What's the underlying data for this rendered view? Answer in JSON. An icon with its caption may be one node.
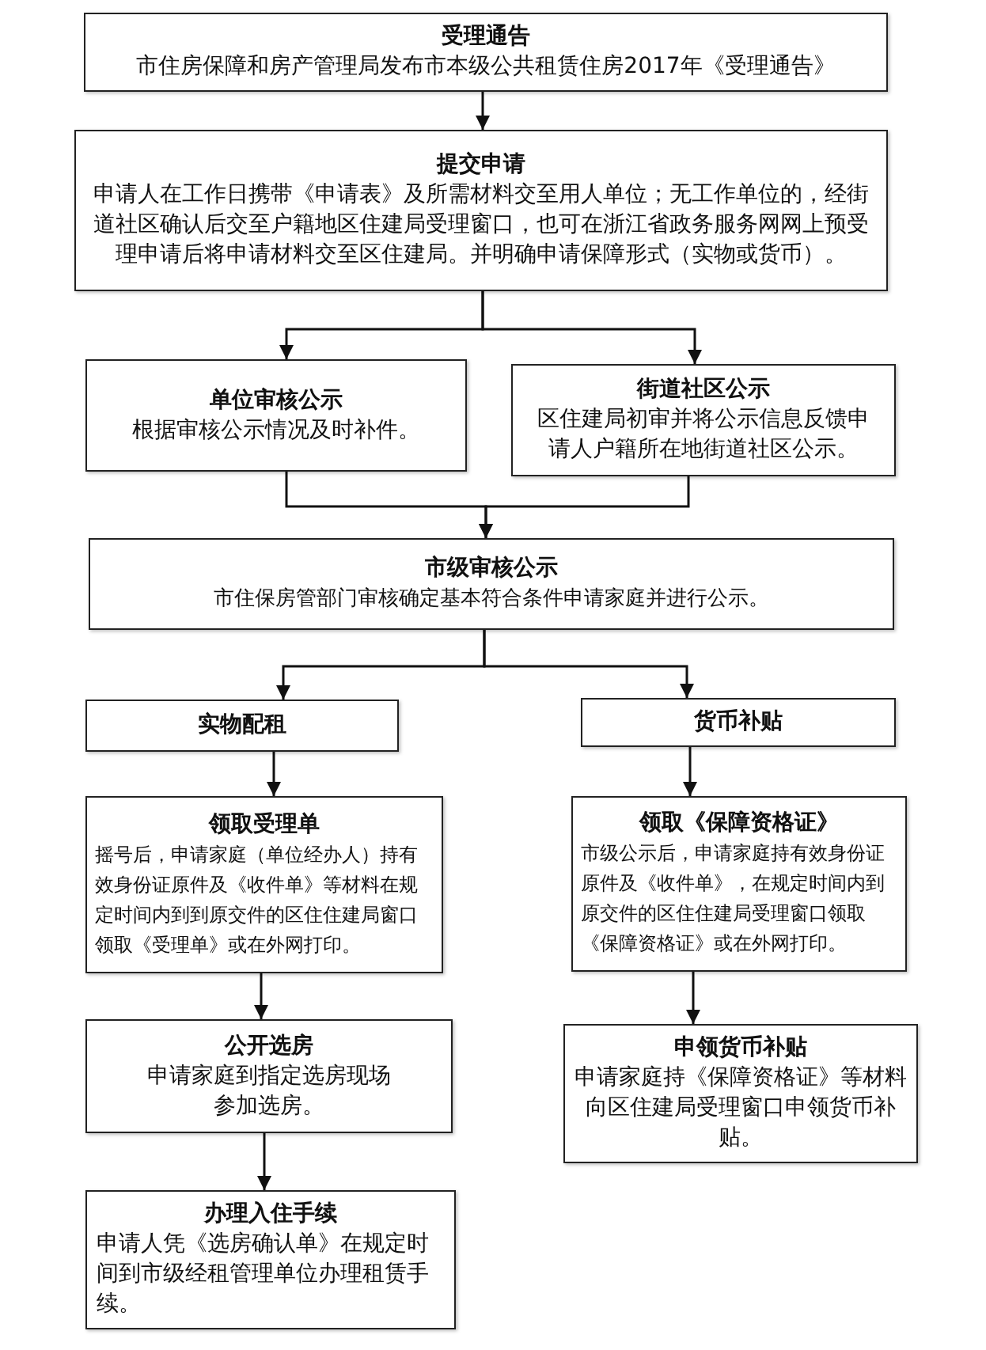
{
  "diagram": {
    "nodes": [
      {
        "text": [
          "受理通告",
          "市住房保障和房产管理局发布市本级公共租赁住房2017年《受理通告》"
        ]
      },
      {
        "text": [
          "提交申请",
          "申请人在工作日携带《申请表》及所需材料交至用人单位；无工作单位的，经街道社区确认后交至户籍地区住建局受理窗口，也可在浙江省政务服务网网上预受理申请后将申请材料交至区住建局。并明确申请保障形式（实物或货币）。"
        ]
      },
      {
        "text": [
          "单位审核公示",
          "根据审核公示情况及时补件。"
        ]
      },
      {
        "text": [
          "街道社区公示",
          "区住建局初审并将公示信息反馈申请人户籍所在地街道社区公示。"
        ]
      },
      {
        "text": [
          "市级审核公示",
          "市住保房管部门审核确定基本符合条件申请家庭并进行公示。"
        ]
      },
      {
        "text": [
          "实物配租"
        ]
      },
      {
        "text": [
          "货币补贴"
        ]
      },
      {
        "text": [
          "领取受理单",
          "摇号后，申请家庭（单位经办人）持有效身份证原件及《收件单》等材料在规定时间内到到原交件的区住住建局窗口领取《受理单》或在外网打印。"
        ]
      },
      {
        "text": [
          "领取《保障资格证》",
          "市级公示后，申请家庭持有效身份证原件及《收件单》，在规定时间内到原交件的区住住建局受理窗口领取《保障资格证》或在外网打印。"
        ]
      },
      {
        "text": [
          "公开选房",
          "申请家庭到指定选房现场参加选房。"
        ]
      },
      {
        "text": [
          "申领货币补贴",
          "申请家庭持《保障资格证》等材料向区住建局受理窗口申领货币补贴。"
        ]
      },
      {
        "text": [
          "办理入住手续",
          "申请人凭《选房确认单》在规定时间到市级经租管理单位办理租赁手续。"
        ]
      }
    ],
    "edges": [
      {
        "from": 0,
        "to": 1,
        "arrow": "to"
      },
      {
        "from": 1,
        "to": 2,
        "arrow": "to"
      },
      {
        "from": 1,
        "to": 3,
        "arrow": "to"
      },
      {
        "from": 2,
        "to": 4,
        "arrow": "to"
      },
      {
        "from": 3,
        "to": 4,
        "arrow": "to"
      },
      {
        "from": 4,
        "to": 5,
        "arrow": "to"
      },
      {
        "from": 4,
        "to": 6,
        "arrow": "to"
      },
      {
        "from": 5,
        "to": 7,
        "arrow": "to"
      },
      {
        "from": 6,
        "to": 8,
        "arrow": "to"
      },
      {
        "from": 7,
        "to": 9,
        "arrow": "to"
      },
      {
        "from": 8,
        "to": 10,
        "arrow": "to"
      },
      {
        "from": 9,
        "to": 11,
        "arrow": "to"
      }
    ]
  }
}
